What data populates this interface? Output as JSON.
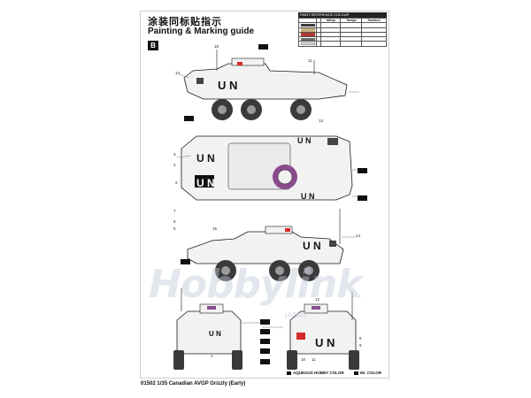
{
  "header": {
    "title_cn": "涂装同标贴指示",
    "title_en": "Painting & Marking guide",
    "scheme_letter": "B"
  },
  "reference_table": {
    "caption": "PAINT REFERENCE COLOUR",
    "columns": [
      "",
      "",
      "Vallejo",
      "Tamiya",
      "Humbrol"
    ],
    "rows": [
      {
        "c1": "",
        "c2": "",
        "c3": "",
        "c4": "",
        "c5": ""
      },
      {
        "c1": "",
        "c2": "",
        "c3": "",
        "c4": "",
        "c5": ""
      },
      {
        "c1": "",
        "c2": "",
        "c3": "",
        "c4": "",
        "c5": ""
      },
      {
        "c1": "",
        "c2": "",
        "c3": "",
        "c4": "",
        "c5": ""
      },
      {
        "c1": "",
        "c2": "",
        "c3": "",
        "c4": "",
        "c5": ""
      }
    ],
    "swatch_colors": [
      "#3b3b3b",
      "#c8b080",
      "#b03a2e",
      "#6b6b6b",
      "#f4f4f4"
    ]
  },
  "markings": {
    "un_text": "U N",
    "un_top_rear": "U N",
    "un_top_front": "U N"
  },
  "callouts": {
    "n1": "1",
    "n2": "2",
    "n3": "3",
    "n4": "4",
    "n5": "5",
    "n6": "6",
    "n7": "7",
    "n8": "8",
    "n9": "9",
    "n10": "10",
    "n11": "11",
    "n12": "12",
    "n13": "13",
    "n14": "14",
    "n15": "15"
  },
  "legend": {
    "aqueous": "AQUEOUS HOBBY COLOR",
    "mr": "Mr. COLOR"
  },
  "footer": {
    "text": "01502  1/35  Canadian AVGP Grizzly (Early)"
  },
  "watermark": {
    "text": "Hobbylink",
    "sub": "JAPAN"
  },
  "colors": {
    "vehicle_body": "#f2f2f2",
    "outline": "#1a1a1a",
    "tire": "#3a3a3a",
    "flag_red": "#d62a2a",
    "accent_purple": "#8a4c8c"
  }
}
